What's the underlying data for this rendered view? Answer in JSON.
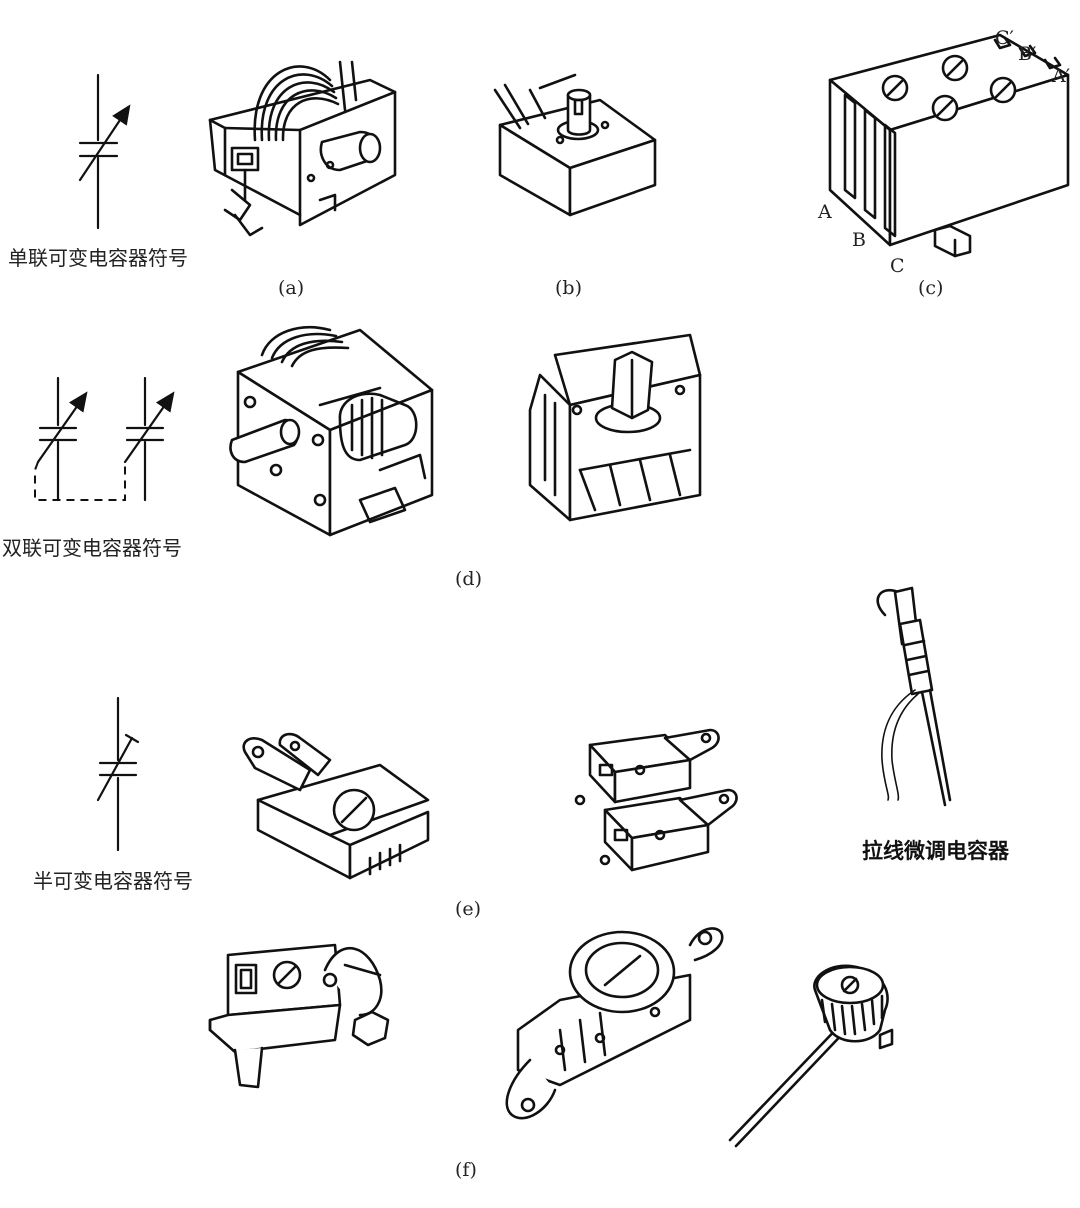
{
  "symbols": {
    "single_gang": "单联可变电容器符号",
    "dual_gang": "双联可变电容器符号",
    "semi_variable": "半可变电容器符号"
  },
  "captions": {
    "a": "(a)",
    "b": "(b)",
    "c": "(c)",
    "d": "(d)",
    "e": "(e)",
    "f": "(f)"
  },
  "pins": {
    "c_prime": "C′",
    "b_prime": "B′",
    "a_prime": "A′",
    "a": "A",
    "b": "B",
    "c": "C"
  },
  "wire_trimmer_label": "拉线微调电容器"
}
